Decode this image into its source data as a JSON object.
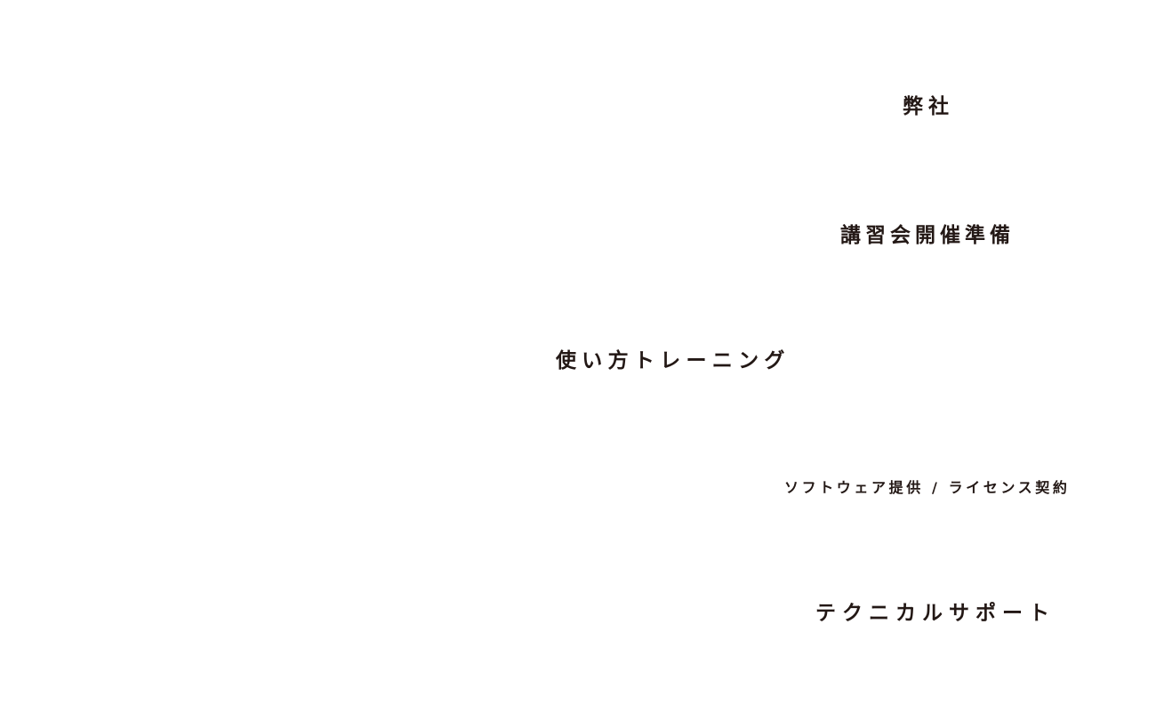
{
  "colors": {
    "background": "#ffffff",
    "text": "#231815"
  },
  "labels": {
    "company": "弊社",
    "seminar_preparation": "講習会開催準備",
    "usage_training": "使い方トレーニング",
    "software_license": "ソフトウェア提供 / ライセンス契約",
    "technical_support": "テクニカルサポート"
  }
}
